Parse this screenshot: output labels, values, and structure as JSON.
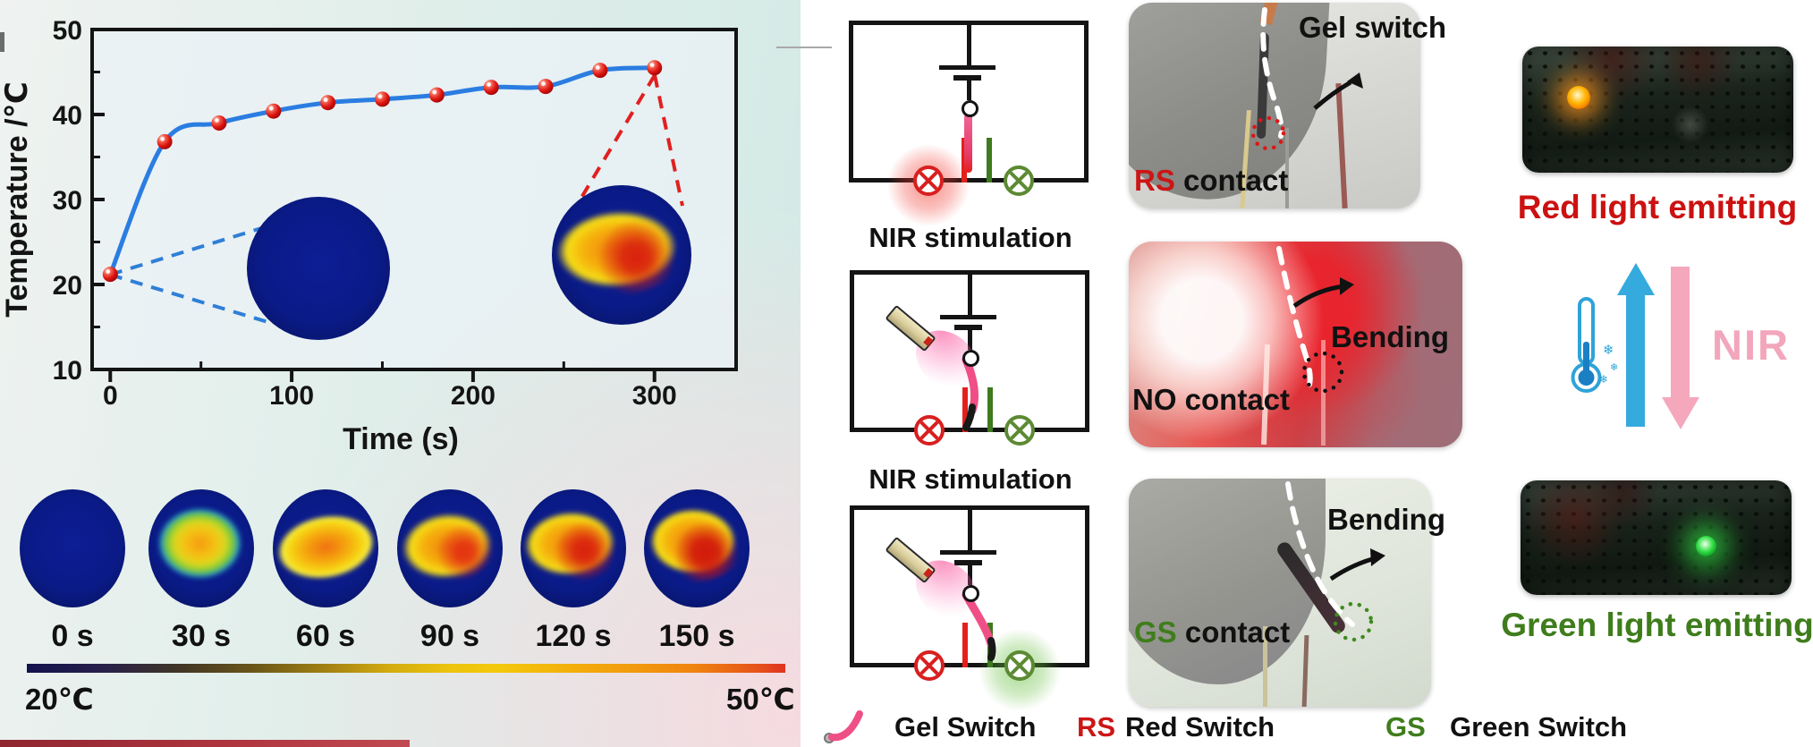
{
  "chart_data": {
    "type": "line",
    "title": "",
    "xlabel": "Time (s)",
    "ylabel": "Temperature /℃",
    "x": [
      0,
      30,
      60,
      90,
      120,
      150,
      180,
      210,
      240,
      270,
      300
    ],
    "y": [
      21.2,
      36.8,
      39.0,
      40.4,
      41.4,
      41.8,
      42.3,
      43.2,
      43.3,
      45.2,
      45.5
    ],
    "xlim": [
      -10,
      345
    ],
    "ylim": [
      10,
      50
    ],
    "x_ticks": [
      0,
      100,
      200,
      300
    ],
    "y_ticks": [
      10,
      20,
      30,
      40,
      50
    ],
    "x_minor": [
      50,
      150,
      250
    ],
    "y_minor": [
      15,
      25,
      35,
      45
    ],
    "series_color": "#2a7de1",
    "marker_color": "#e01313",
    "legend_position": "none",
    "grid": false,
    "insets": [
      "thermal image of gel at 0 s (uniform cold blue)",
      "thermal image of gel at 300 s (hot yellow-red core)"
    ]
  },
  "thermal_series": {
    "items": [
      {
        "label": "0 s",
        "stage": "stage-0"
      },
      {
        "label": "30 s",
        "stage": "stage-1"
      },
      {
        "label": "60 s",
        "stage": "stage-2"
      },
      {
        "label": "90 s",
        "stage": "stage-3"
      },
      {
        "label": "120 s",
        "stage": "stage-4"
      },
      {
        "label": "150 s",
        "stage": "stage-5"
      }
    ]
  },
  "colorbar": {
    "min": "20℃",
    "max": "50℃"
  },
  "circuits": {
    "captions": [
      "NIR stimulation",
      "NIR stimulation"
    ],
    "states": [
      "gel switch straight, red-switch contact, red lamp glowing",
      "NIR laser on gel, bending, no contact, both lamps off",
      "NIR laser on gel, bent to green-switch contact, green lamp glowing"
    ]
  },
  "legend": {
    "gel_switch": "Gel Switch",
    "rs_abbr": "RS",
    "rs_label": "Red Switch",
    "gs_abbr": "GS",
    "gs_label": "Green Switch"
  },
  "photos": {
    "p1": {
      "title": "Gel switch",
      "abbr": "RS",
      "caption": "contact"
    },
    "p2": {
      "annotation": "Bending",
      "caption": "NO contact"
    },
    "p3": {
      "annotation": "Bending",
      "abbr": "GS",
      "caption": "contact"
    }
  },
  "right": {
    "red_caption": "Red light emitting",
    "nir": "NIR",
    "green_caption": "Green light emitting"
  },
  "colors": {
    "accent_red": "#cc1616",
    "accent_green": "#3f7d1c",
    "nir_pink": "#f2a6bc",
    "cold_blue": "#35aadd",
    "curve_blue": "#2a7de1",
    "marker_red": "#e01313"
  }
}
